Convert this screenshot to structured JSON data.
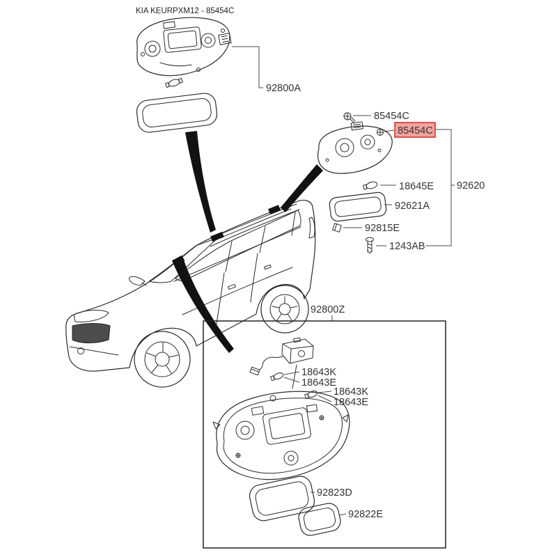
{
  "title": "KIA KEURPXM12 - 85454C",
  "highlight": {
    "bg": "#f2a49c",
    "border": "#c9211c",
    "text": "#c9211c"
  },
  "parts": {
    "p92800A": "92800A",
    "p85454C": "85454C",
    "p85454C_hl": "85454C",
    "p92620": "92620",
    "p18645E": "18645E",
    "p92621A": "92621A",
    "p92815E": "92815E",
    "p1243AB": "1243AB",
    "p92800Z": "92800Z",
    "p18643K_1": "18643K",
    "p18643E_1": "18643E",
    "p18643K_2": "18643K",
    "p18643E_2": "18643E",
    "p92823D": "92823D",
    "p92822E": "92822E"
  }
}
